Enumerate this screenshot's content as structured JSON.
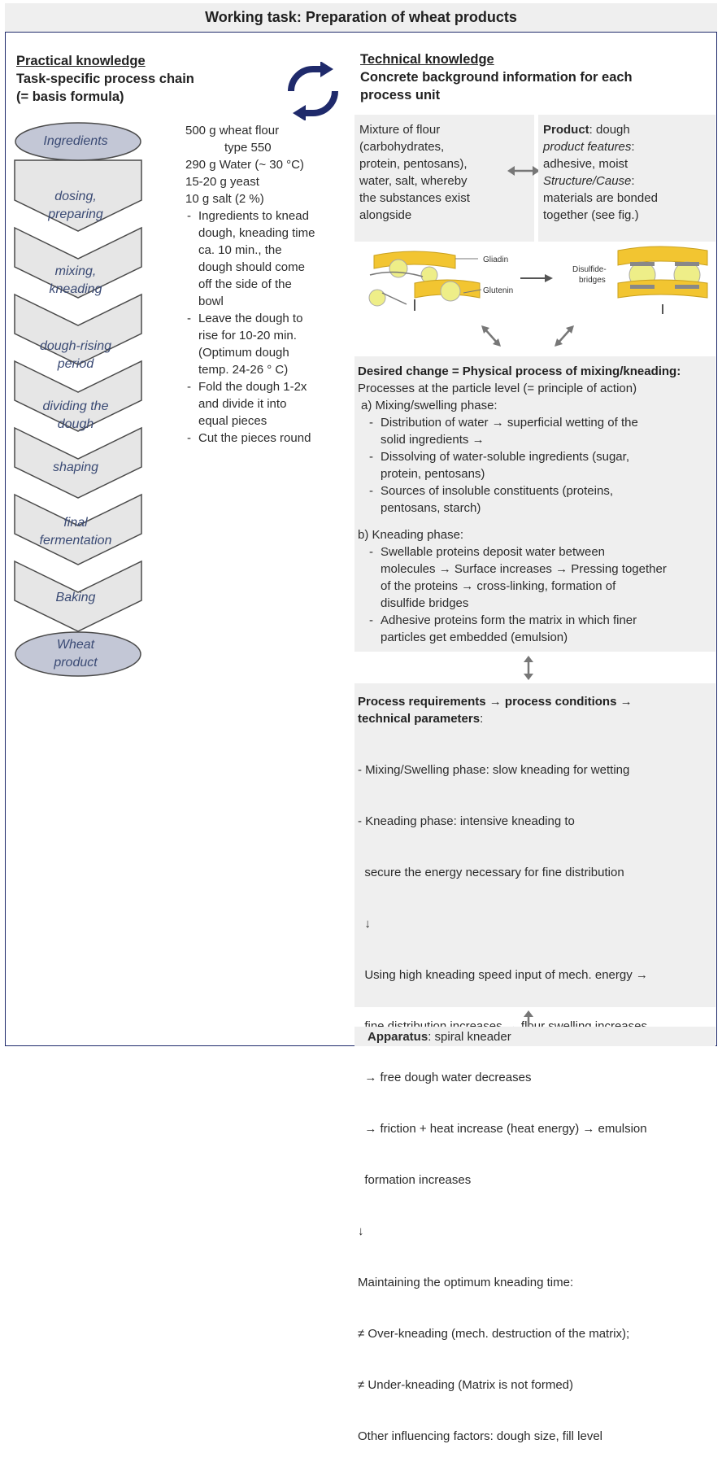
{
  "title": "Working task: Preparation of wheat products",
  "left_header": {
    "line1": "Practical knowledge",
    "line2": "Task-specific process chain",
    "line3": "(= basis formula)"
  },
  "right_header": {
    "line1": "Technical knowledge",
    "line2": "Concrete background information for each",
    "line3": "process unit"
  },
  "process_chain": {
    "start": "Ingredients",
    "steps": [
      [
        "dosing,",
        "preparing"
      ],
      [
        "mixing,",
        "kneading"
      ],
      [
        "dough-rising",
        "period"
      ],
      [
        "dividing the",
        "dough"
      ],
      [
        "shaping"
      ],
      [
        "final",
        "fermentation"
      ],
      [
        "Baking"
      ]
    ],
    "end": [
      "Wheat",
      "product"
    ]
  },
  "recipe": {
    "lines": [
      "500 g wheat flour",
      "type 550",
      "290 g Water (~ 30 °C)",
      "15-20 g yeast",
      "10 g salt (2 %)"
    ],
    "bullets": [
      [
        "Ingredients to knead",
        "dough, kneading time",
        "ca. 10 min., the",
        "dough should come",
        "off the side of the",
        "bowl"
      ],
      [
        "Leave the dough to",
        "rise for 10-20 min.",
        "(Optimum dough",
        "temp. 24-26 ° C)"
      ],
      [
        "Fold the dough 1-2x",
        "and divide it into",
        "equal pieces"
      ],
      [
        "Cut the pieces round"
      ]
    ]
  },
  "mixture_box": [
    "Mixture of flour",
    "(carbohydrates,",
    "protein, pentosans),",
    "water, salt, whereby",
    "the substances exist",
    "alongside"
  ],
  "product_box": {
    "product_label": "Product",
    "product_value": ": dough",
    "features_label": "product features",
    "features_colon": ":",
    "features_value": "adhesive, moist",
    "structure_label": "Structure/Cause",
    "structure_colon": ":",
    "structure_lines": [
      "materials are bonded",
      "together (see fig.)"
    ]
  },
  "figure": {
    "gliadin": "Gliadin",
    "glutenin": "Glutenin",
    "disulfide": [
      "Disulfide-",
      "bridges"
    ]
  },
  "desired_change": {
    "heading": "Desired change = Physical process of mixing/kneading:",
    "intro": "Processes at the particle level (= principle of action)",
    "phase_a": "a) Mixing/swelling phase:",
    "a_items": [
      [
        "Distribution of water → superficial wetting of the",
        "solid ingredients →"
      ],
      [
        "Dissolving of water-soluble ingredients (sugar,",
        "protein, pentosans)"
      ],
      [
        "Sources of insoluble constituents (proteins,",
        "pentosans, starch)"
      ]
    ],
    "phase_b": "b) Kneading phase:",
    "b_items": [
      [
        "Swellable proteins deposit water between",
        "molecules → Surface increases → Pressing together",
        "of the proteins → cross-linking, formation of",
        "disulfide bridges"
      ],
      [
        "Adhesive proteins form the matrix in which finer",
        "particles get embedded (emulsion)"
      ]
    ]
  },
  "requirements": {
    "heading1": "Process requirements → process conditions →",
    "heading2": "technical parameters",
    "heading_colon": ":",
    "lines": [
      "- Mixing/Swelling phase: slow kneading for wetting",
      "- Kneading phase: intensive kneading to",
      "  secure the energy necessary for fine distribution",
      "  ↓",
      "  Using high kneading speed input of mech. energy →",
      "  fine distribution increases → flour swelling increases",
      "  → free dough water decreases",
      "  → friction + heat increase (heat energy) → emulsion",
      "  formation increases",
      "↓",
      "Maintaining the optimum kneading time:",
      "≠ Over-kneading (mech. destruction of the matrix);",
      "≠ Under-kneading (Matrix is not formed)",
      "Other influencing factors: dough size, fill level"
    ]
  },
  "apparatus": {
    "label": "Apparatus",
    "value": ": spiral kneader"
  },
  "colors": {
    "frame": "#1f2a6b",
    "box_bg": "#efefef",
    "chevron_fill": "#e6e6e6",
    "oval_fill": "#c3c7d6",
    "label_text": "#3a4a74",
    "cycle_arrow": "#1f2a6b",
    "protein_yellow": "#f2c531"
  }
}
